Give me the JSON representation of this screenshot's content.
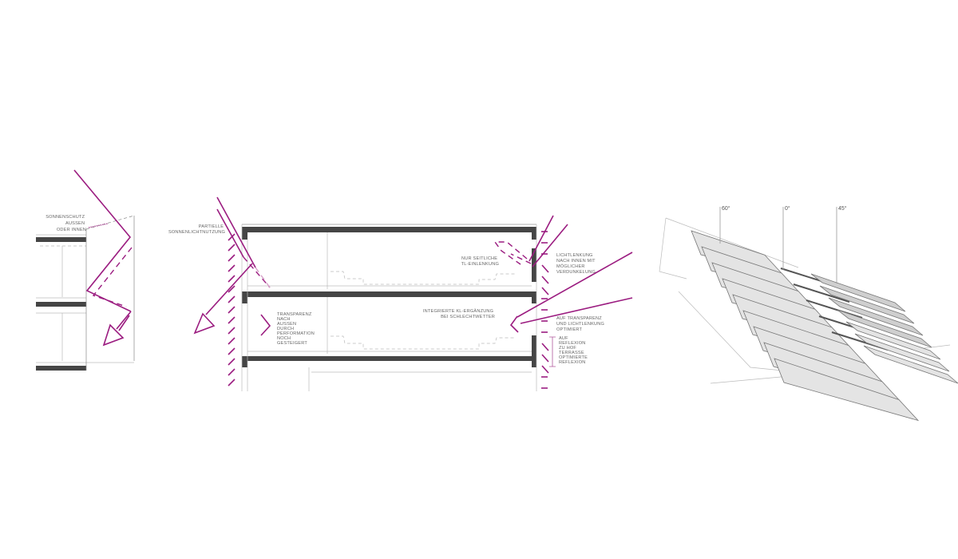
{
  "colors": {
    "accent": "#9b1c80",
    "slab": "#454545",
    "louver": "#e4e4e4"
  },
  "left_section": {
    "label": [
      "SONNENSCHUTZ",
      "AUSSEN",
      "ODER INNEN"
    ]
  },
  "middle_section": {
    "partial_label": [
      "PARTIELLE",
      "SONNENLICHTNUTZUNG"
    ],
    "transparency_label": [
      "TRANSPARENZ",
      "NACH",
      "AUSSEN",
      "DURCH",
      "PERFORMATION",
      "NOCH",
      "GESTEIGERT"
    ],
    "lateral_label": [
      "NUR SEITLICHE",
      "TL-EINLENKUNG"
    ],
    "light_redirect_label": [
      "LICHTLENKUNG",
      "NACH INNEN MIT",
      "MÖGLICHER",
      "VERDUNKELUNG"
    ],
    "integrated_label": [
      "INTEGRIERTE KL-ERGÄNZUNG",
      "BEI SCHLECHTWETTER"
    ],
    "optimized_label": [
      "AUF TRANSPARENZ",
      "UND LICHTLENKUNG",
      "OPTIMIERT"
    ],
    "reflection_label": [
      "AUF",
      "REFLEXION",
      "ZU HOF",
      "TERRASSE",
      "OPTIMIERTE",
      "REFLEXION"
    ]
  },
  "louver_view": {
    "angles": [
      "60°",
      "0°",
      "45°"
    ]
  }
}
